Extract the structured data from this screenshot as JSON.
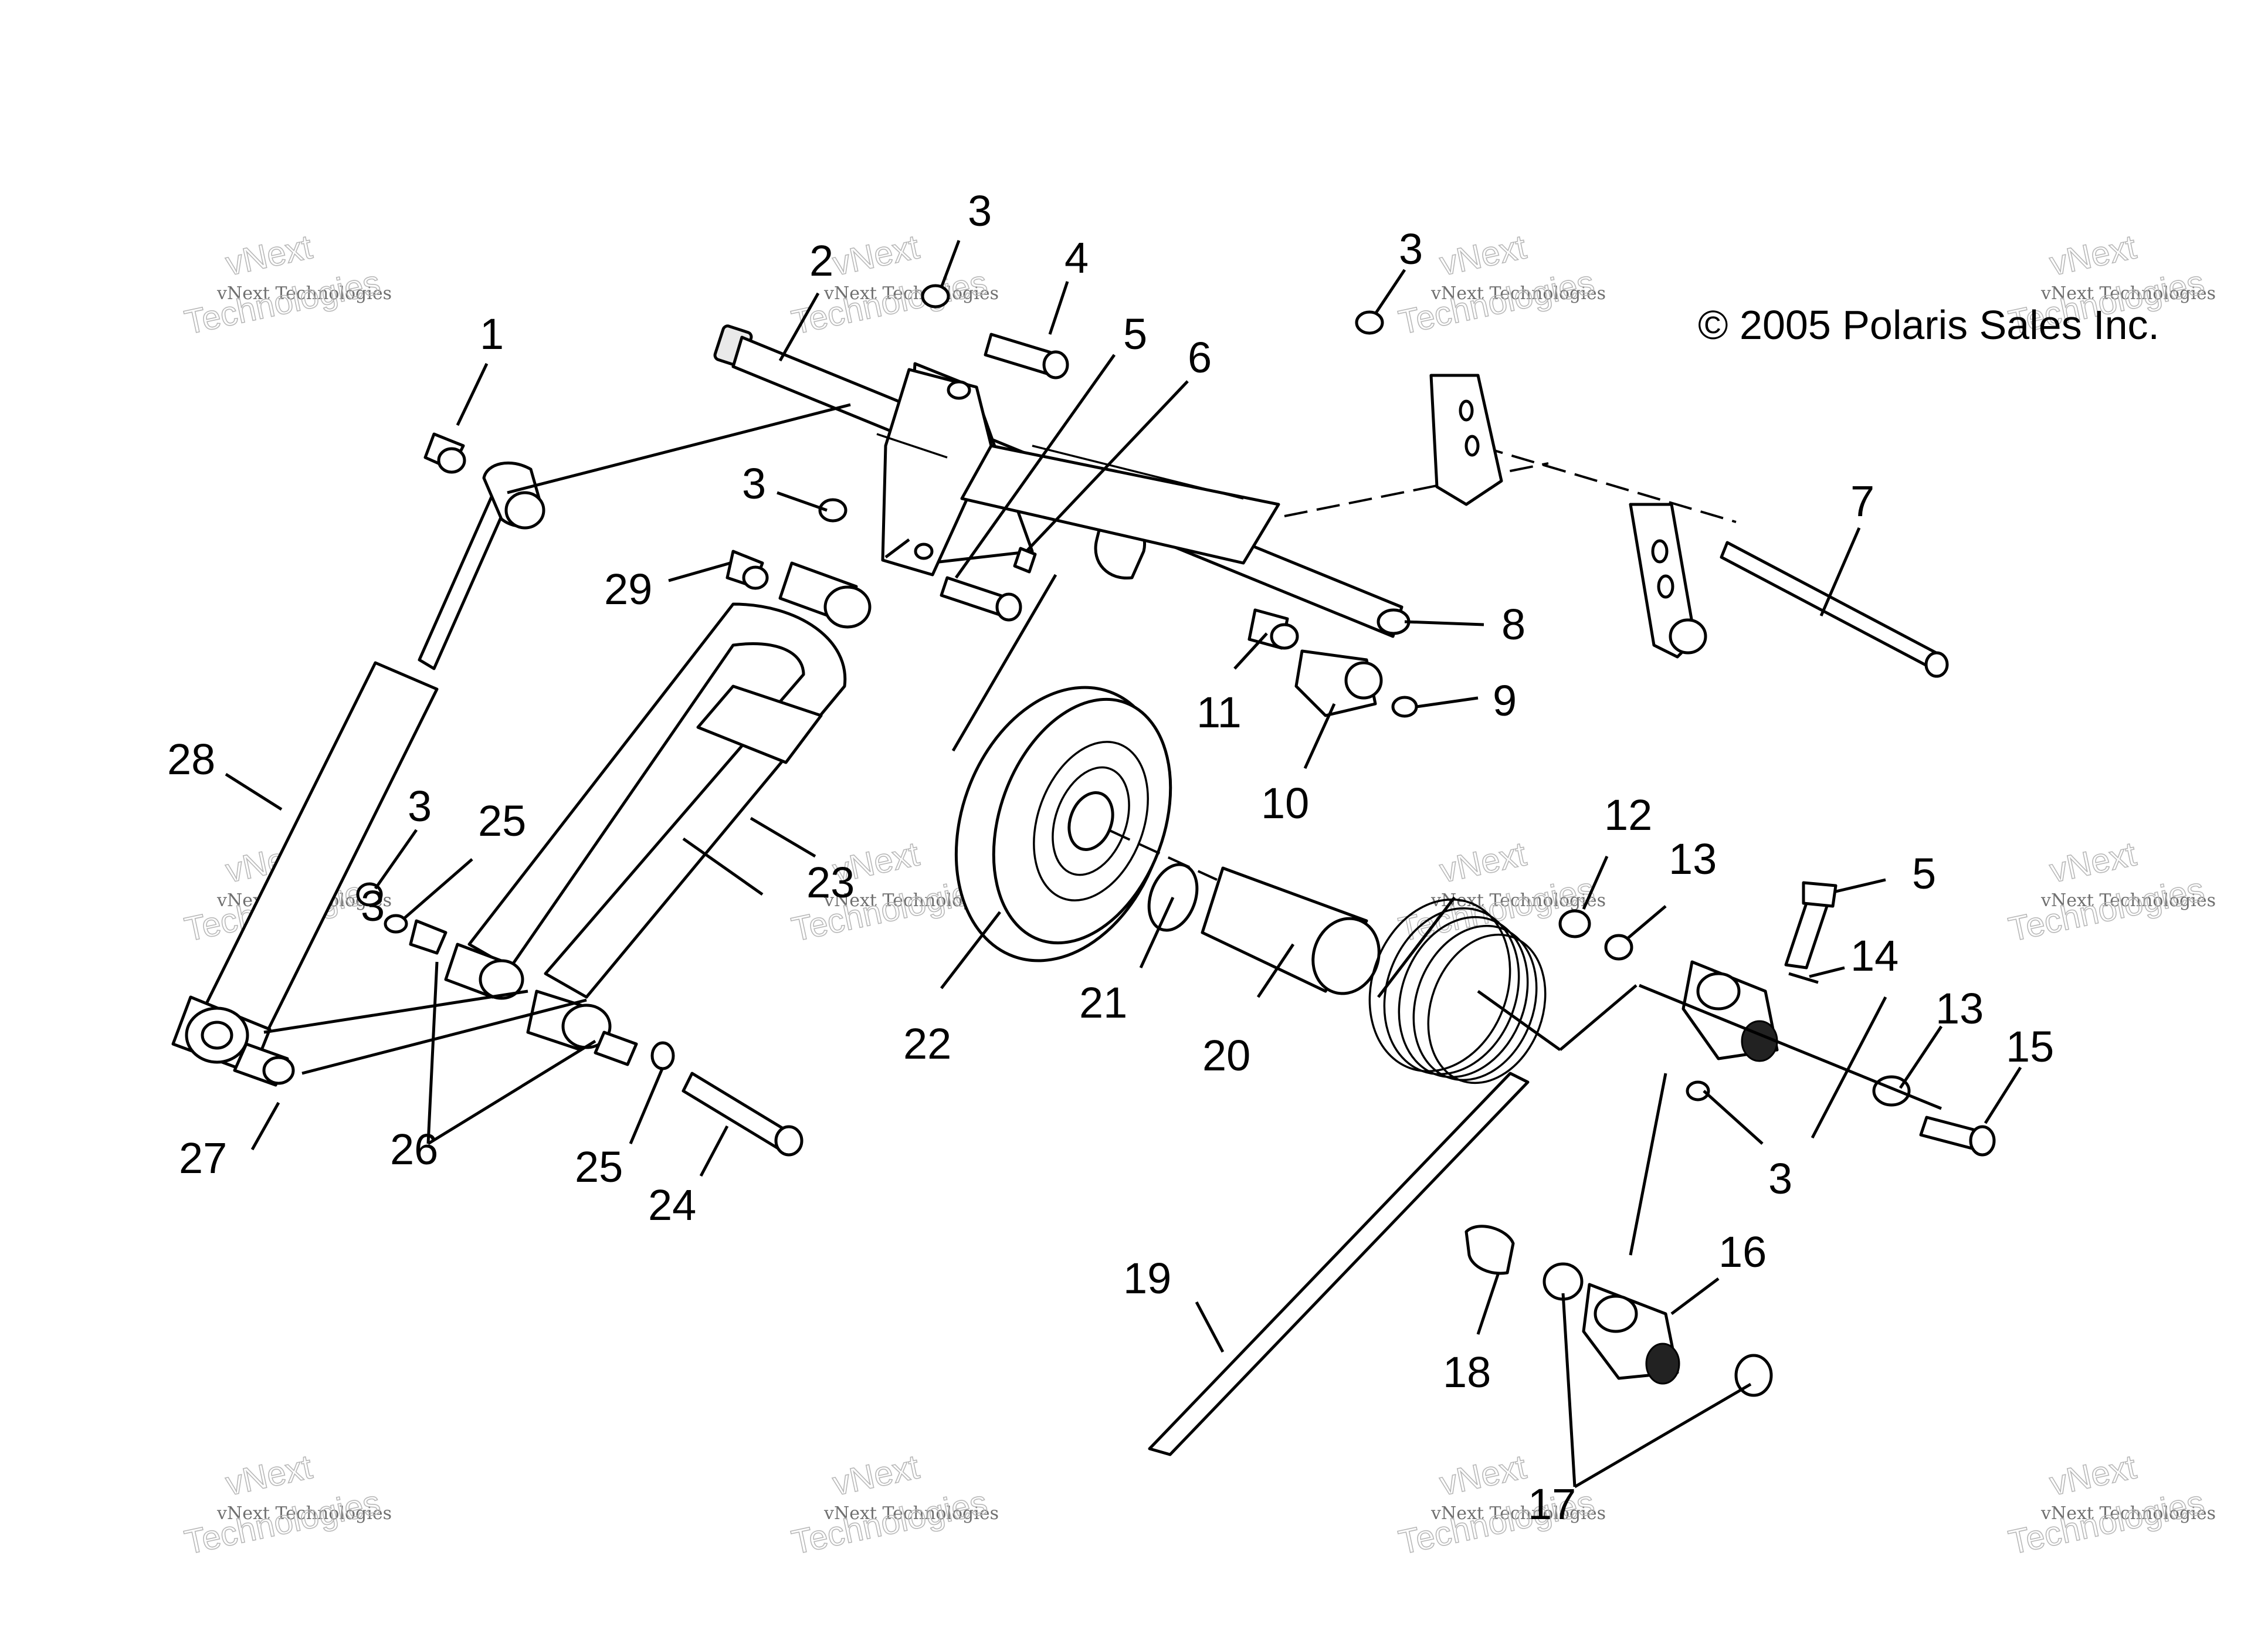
{
  "copyright": "© 2005 Polaris Sales Inc.",
  "watermark": {
    "line1": "vNext",
    "line2": "vNext Technologies",
    "line3": "Technologies"
  },
  "callouts": [
    "1",
    "2",
    "3",
    "3",
    "3",
    "3",
    "3",
    "3",
    "4",
    "5",
    "5",
    "6",
    "7",
    "8",
    "9",
    "10",
    "11",
    "12",
    "13",
    "13",
    "14",
    "15",
    "16",
    "17",
    "18",
    "19",
    "20",
    "21",
    "22",
    "23",
    "24",
    "25",
    "25",
    "26",
    "27",
    "28",
    "29"
  ]
}
